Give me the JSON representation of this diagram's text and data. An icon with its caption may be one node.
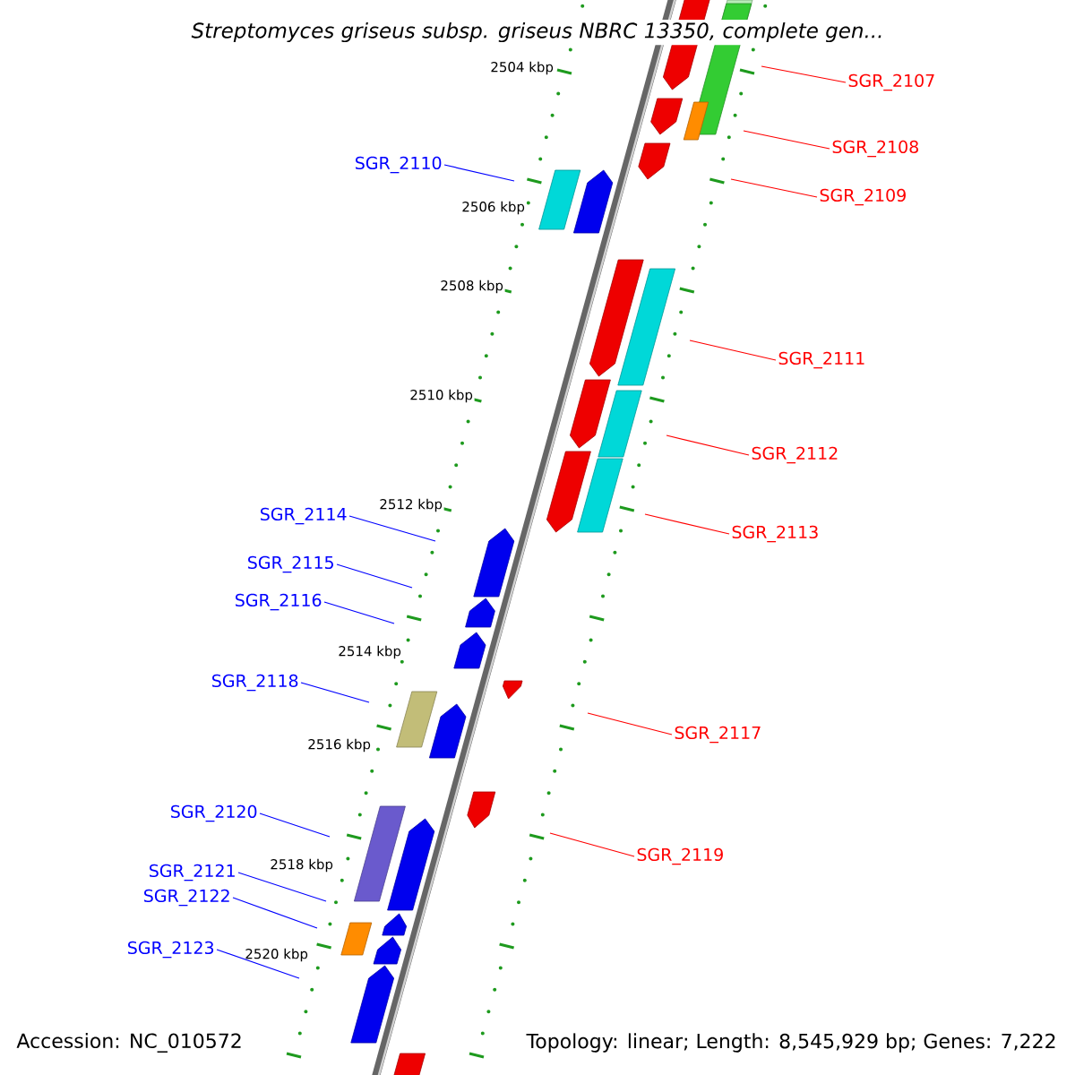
{
  "diagram": {
    "title": "*Streptomyces griseus* *subsp.* *griseus* *NBRC 13350, complete gen...*",
    "nodes": [
      {
        "text": [
          "SGR_2107"
        ]
      },
      {
        "text": [
          "SGR_2108"
        ]
      },
      {
        "text": [
          "SGR_2110"
        ]
      },
      {
        "text": [
          "SGR_2109"
        ]
      },
      {
        "text": [
          "SGR_2111"
        ]
      },
      {
        "text": [
          "SGR_2112"
        ]
      },
      {
        "text": [
          "SGR_2114"
        ]
      },
      {
        "text": [
          "SGR_2113"
        ]
      },
      {
        "text": [
          "SGR_2115"
        ]
      },
      {
        "text": [
          "SGR_2116"
        ]
      },
      {
        "text": [
          "SGR_2118"
        ]
      },
      {
        "text": [
          "SGR_2117"
        ]
      },
      {
        "text": [
          "SGR_2120"
        ]
      },
      {
        "text": [
          "SGR_2119"
        ]
      },
      {
        "text": [
          "SGR_2121"
        ]
      },
      {
        "text": [
          "SGR_2122"
        ]
      },
      {
        "text": [
          "SGR_2123"
        ]
      }
    ],
    "edges": [
      {
        "from": 0,
        "to": null,
        "arrow": "none",
        "color": "#ff0000"
      },
      {
        "from": 1,
        "to": null,
        "arrow": "none",
        "color": "#ff0000"
      },
      {
        "from": 2,
        "to": null,
        "arrow": "none",
        "color": "#0000ff"
      },
      {
        "from": 3,
        "to": null,
        "arrow": "none",
        "color": "#ff0000"
      },
      {
        "from": 4,
        "to": null,
        "arrow": "none",
        "color": "#ff0000"
      },
      {
        "from": 5,
        "to": null,
        "arrow": "none",
        "color": "#ff0000"
      },
      {
        "from": 6,
        "to": null,
        "arrow": "none",
        "color": "#0000ff"
      },
      {
        "from": 7,
        "to": null,
        "arrow": "none",
        "color": "#ff0000"
      },
      {
        "from": 8,
        "to": null,
        "arrow": "none",
        "color": "#0000ff"
      },
      {
        "from": 9,
        "to": null,
        "arrow": "none",
        "color": "#0000ff"
      },
      {
        "from": 10,
        "to": null,
        "arrow": "none",
        "color": "#0000ff"
      },
      {
        "from": 11,
        "to": null,
        "arrow": "none",
        "color": "#ff0000"
      },
      {
        "from": 12,
        "to": null,
        "arrow": "none",
        "color": "#0000ff"
      },
      {
        "from": 13,
        "to": null,
        "arrow": "none",
        "color": "#ff0000"
      },
      {
        "from": 14,
        "to": null,
        "arrow": "none",
        "color": "#0000ff"
      },
      {
        "from": 15,
        "to": null,
        "arrow": "none",
        "color": "#0000ff"
      },
      {
        "from": 16,
        "to": null,
        "arrow": "none",
        "color": "#0000ff"
      }
    ],
    "labels": [
      "2504 kbp",
      "2506 kbp",
      "2508 kbp",
      "2510 kbp",
      "2512 kbp",
      "2514 kbp",
      "2516 kbp",
      "2518 kbp",
      "2520 kbp",
      "Accession: NC_010572",
      "Topology: linear; Length: 8,545,929 bp; Genes: 7,222"
    ]
  }
}
